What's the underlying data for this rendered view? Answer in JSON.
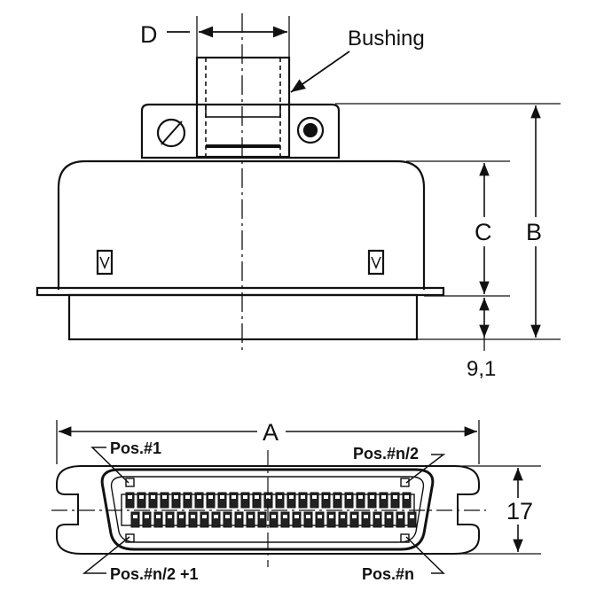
{
  "labels": {
    "d": "D",
    "bushing": "Bushing",
    "c": "C",
    "b": "B",
    "offset": "9,1",
    "a": "A",
    "height": "17",
    "pos_1": "Pos.#1",
    "pos_n2": "Pos.#n/2",
    "pos_n2_plus_1": "Pos.#n/2 +1",
    "pos_n": "Pos.#n"
  },
  "colors": {
    "ink": "#111111",
    "background": "#ffffff"
  }
}
